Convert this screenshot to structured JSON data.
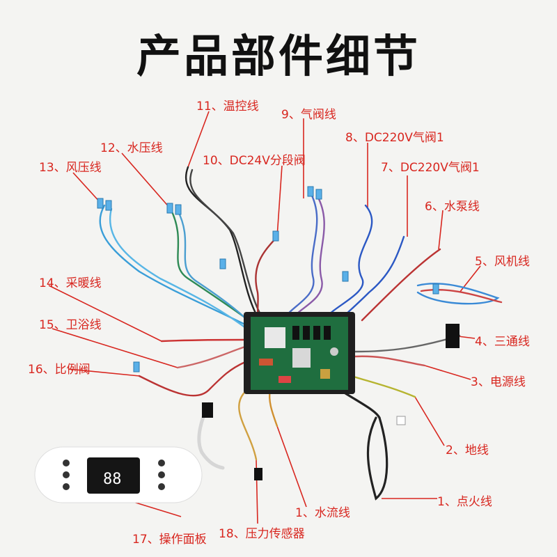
{
  "title": "产品部件细节",
  "labels": {
    "l11": "11、温控线",
    "l9": "9、气阀线",
    "l8": "8、DC220V气阀1",
    "l12": "12、水压线",
    "l10": "10、DC24V分段阀",
    "l7": "7、DC220V气阀1",
    "l13": "13、风压线",
    "l6": "6、水泵线",
    "l5": "5、风机线",
    "l14": "14、采暖线",
    "l15": "15、卫浴线",
    "l4": "4、三通线",
    "l16": "16、比例阀",
    "l3": "3、电源线",
    "l2": "2、地线",
    "l1a": "1、水流线",
    "l1b": "1、点火线",
    "l17": "17、操作面板",
    "l18": "18、压力传感器"
  },
  "panel": {
    "display": "88"
  },
  "colors": {
    "label": "#d8261f",
    "board": "#1f6e3f",
    "background": "#f4f4f2"
  }
}
